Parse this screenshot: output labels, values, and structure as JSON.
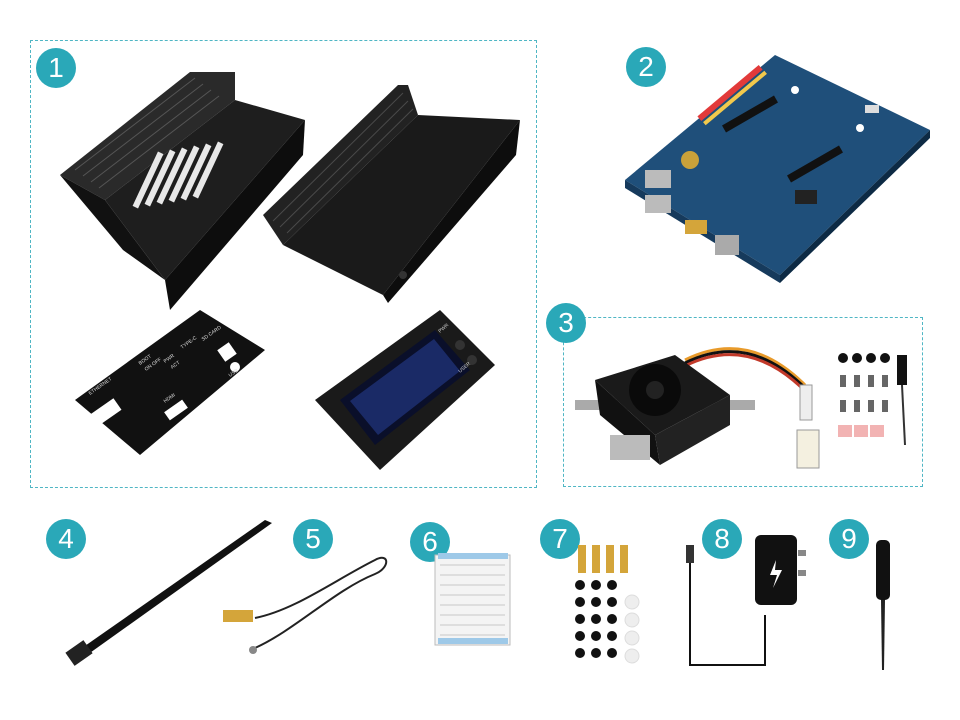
{
  "badges": [
    "1",
    "2",
    "3",
    "4",
    "5",
    "6",
    "7",
    "8",
    "9"
  ],
  "case_labels": {
    "ethernet": "ETHERNET",
    "boot": "BOOT",
    "on_off": "ON OFF",
    "pwr": "PWR",
    "act": "ACT",
    "type_c": "TYPE-C",
    "sd_card": "SD CARD",
    "usb": "USB",
    "hdmi": "HDMI",
    "pwr2": "PWR",
    "user": "USER"
  },
  "colors": {
    "accent": "#2aa8b8",
    "dash": "#4fb6c4",
    "pcb": "#1f4f7a",
    "case": "#1c1c1c"
  }
}
